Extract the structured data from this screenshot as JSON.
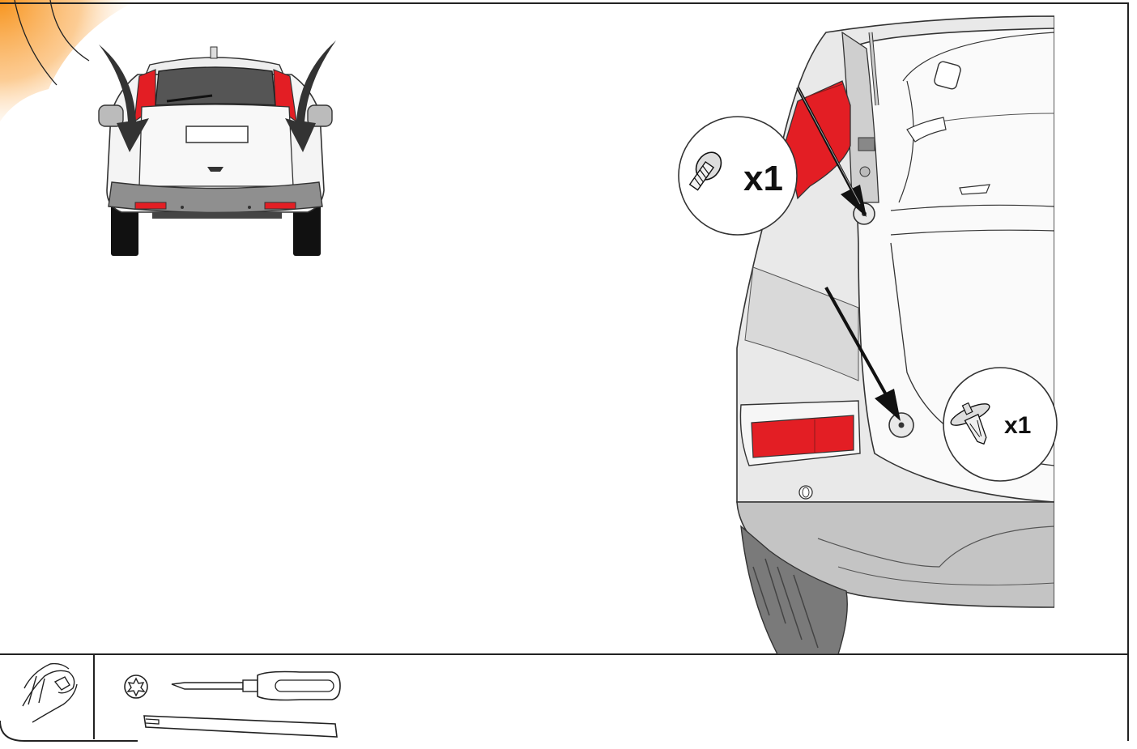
{
  "sheet": {
    "frame_color": "#222222",
    "accent_color": "#f7941d",
    "highlight_red": "#e31e24"
  },
  "overview": {
    "icon": "car-rear-view",
    "arrows": 2
  },
  "detail": {
    "screw_callout": {
      "icon": "screw-icon",
      "quantity": "x1"
    },
    "clip_callout": {
      "icon": "push-clip-icon",
      "quantity": "x1"
    }
  },
  "tools": {
    "hand_icon": "hand-icon",
    "items": [
      {
        "icon": "torx-bit-icon"
      },
      {
        "icon": "screwdriver-icon"
      },
      {
        "icon": "trim-removal-tool-icon"
      }
    ]
  }
}
